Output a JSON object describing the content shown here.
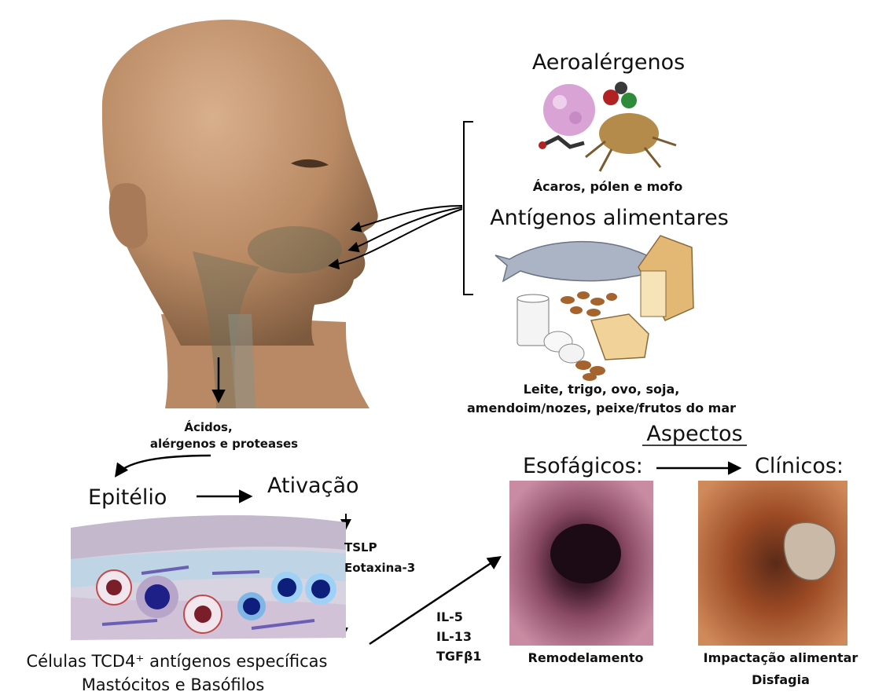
{
  "aeroallergens": {
    "title": "Aeroalérgenos",
    "caption": "Ácaros, pólen e mofo"
  },
  "food_antigens": {
    "title": "Antígenos alimentares",
    "caption_line1": "Leite, trigo, ovo, soja,",
    "caption_line2": "amendoim/nozes, peixe/frutos do mar"
  },
  "head_caption": {
    "line1": "Ácidos,",
    "line2": "alérgenos e proteases"
  },
  "epithelium": {
    "label": "Epitélio",
    "activation": "Ativação",
    "mediators": [
      "TSLP",
      "Eotaxina-3"
    ]
  },
  "cells": {
    "line1": "Células TCD4⁺ antígenos específicas",
    "line2": "Mastócitos e Basófilos"
  },
  "cytokines": [
    "IL-5",
    "IL-13",
    "TGFβ1"
  ],
  "aspects": {
    "title": "Aspectos",
    "esophageal": "Esofágicos:",
    "clinical": "Clínicos:",
    "remodeling": "Remodelamento",
    "impaction": "Impactação alimentar",
    "dysphagia": "Disfagia"
  }
}
